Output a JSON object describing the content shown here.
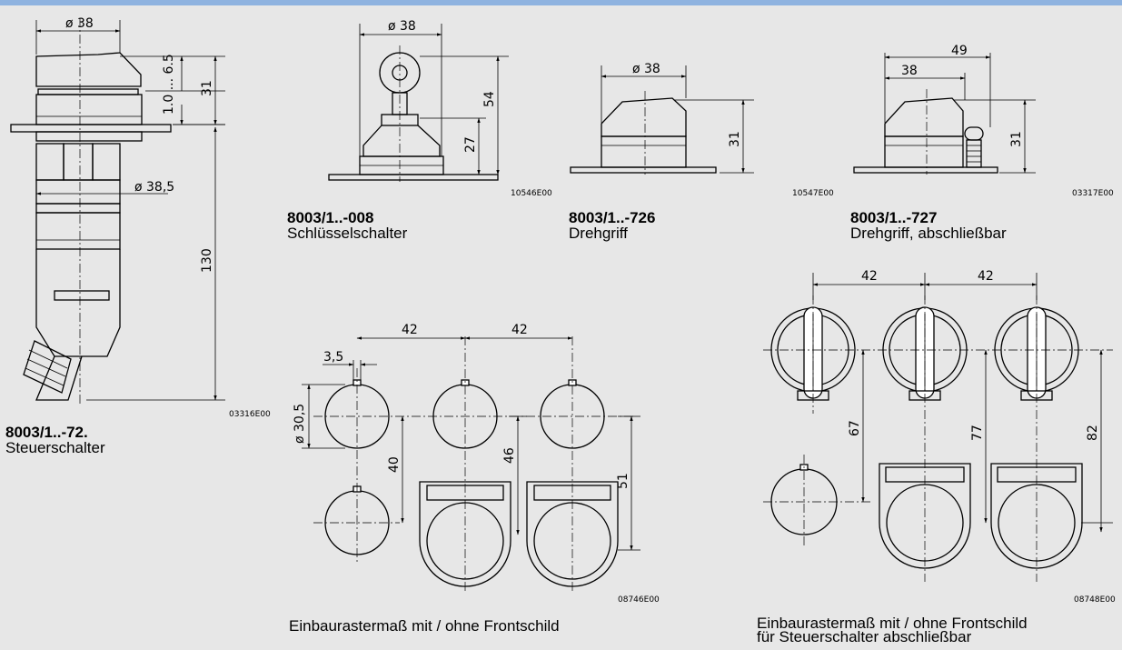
{
  "theme": {
    "background": "#e7e7e7",
    "top_bar_color": "#8fb3e0",
    "line_color": "#000000"
  },
  "control_switch": {
    "dims": {
      "dia_top": "ø 38",
      "range": "1.0 ... 6.5",
      "height_top": "31",
      "dia_body": "ø 38,5",
      "height_total": "130"
    },
    "code": "03316E00",
    "caption": {
      "title": "8003/1..-72.",
      "subtitle": "Steuerschalter"
    }
  },
  "key_switch": {
    "dims": {
      "dia": "ø 38",
      "height_total": "54",
      "height_body": "27"
    },
    "code": "10546E00",
    "caption": {
      "title": "8003/1..-008",
      "subtitle": "Schlüsselschalter"
    }
  },
  "rotary_handle": {
    "dims": {
      "dia": "ø 38",
      "height": "31"
    },
    "code": "10547E00",
    "caption": {
      "title": "8003/1..-726",
      "subtitle": "Drehgriff"
    }
  },
  "rotary_lockable": {
    "dims": {
      "width": "49",
      "dia": "38",
      "height": "31"
    },
    "code": "03317E00",
    "caption": {
      "title": "8003/1..-727",
      "subtitle": "Drehgriff, abschließbar"
    }
  },
  "mounting_grid": {
    "dims": {
      "pitch_1": "42",
      "pitch_2": "42",
      "notch": "3,5",
      "hole_dia": "ø 30,5",
      "h1": "40",
      "h2": "46",
      "h3": "51"
    },
    "code": "08746E00",
    "caption": "Einbaurastermaß mit / ohne Frontschild"
  },
  "mounting_grid_lockable": {
    "dims": {
      "pitch_1": "42",
      "pitch_2": "42",
      "h1": "67",
      "h2": "77",
      "h3": "82"
    },
    "code": "08748E00",
    "caption": {
      "line1": "Einbaurastermaß mit / ohne Frontschild",
      "line2": "für Steuerschalter abschließbar"
    }
  }
}
